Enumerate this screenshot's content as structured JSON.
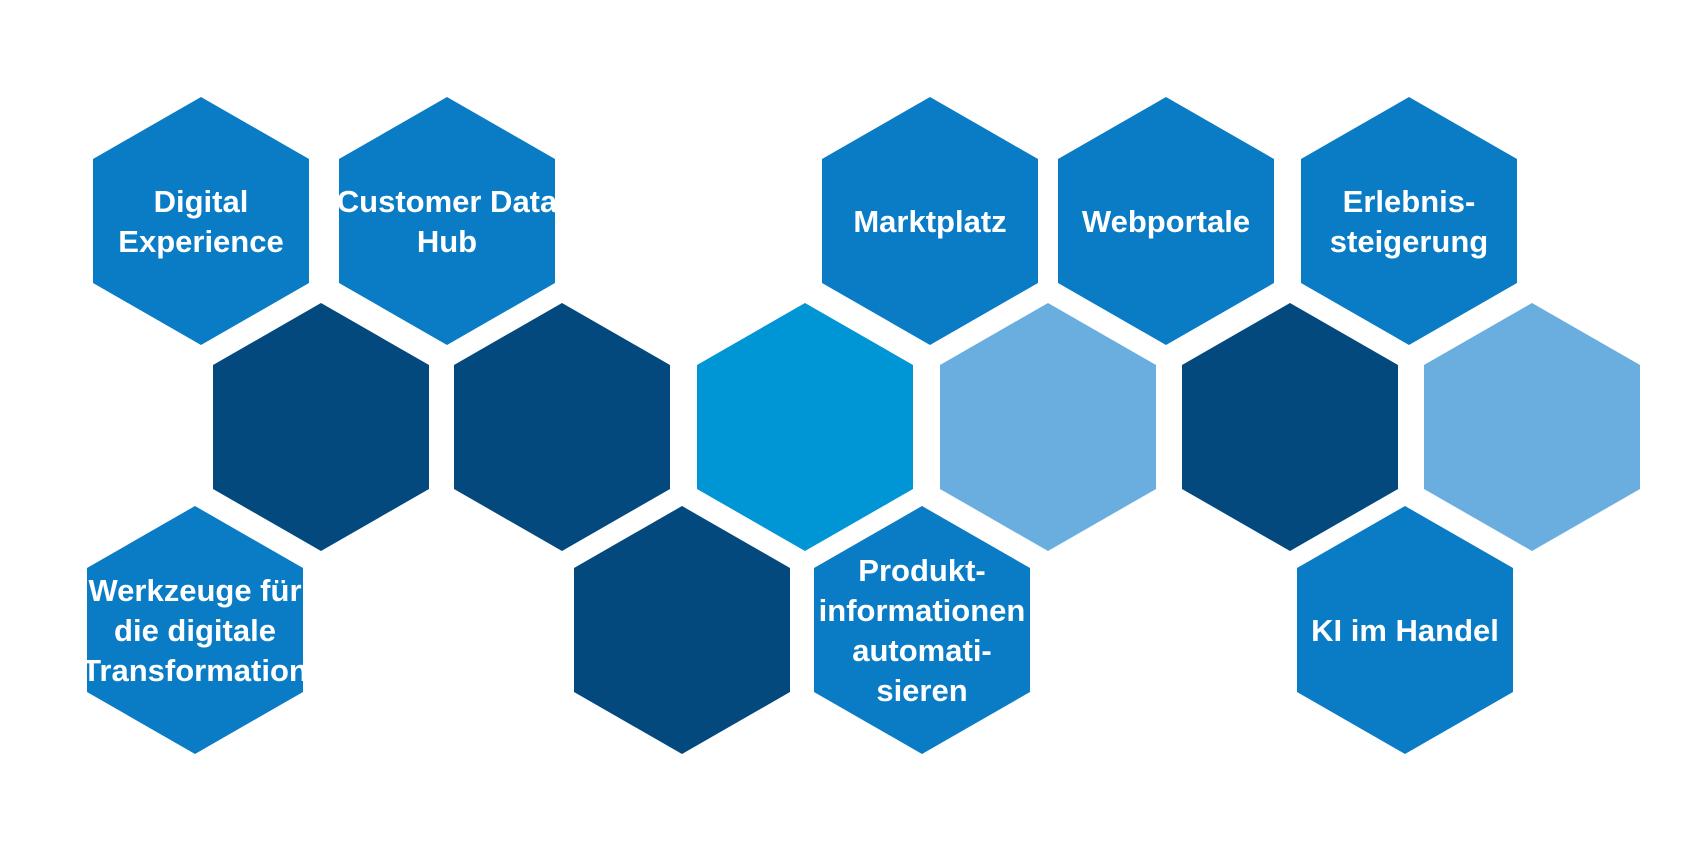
{
  "colors": {
    "background": "#ffffff",
    "label_text": "#ffffff",
    "medium_blue": "#0a7cc6",
    "dark_blue": "#03497e",
    "bright_blue": "#0096d6",
    "light_blue": "#6aaee0"
  },
  "hexagons": [
    {
      "id": "digital-experience",
      "color": "medium_blue",
      "lines": [
        "Digital",
        "Experience"
      ]
    },
    {
      "id": "customer-data-hub",
      "color": "medium_blue",
      "lines": [
        "Customer Data",
        "Hub"
      ]
    },
    {
      "id": "marktplatz",
      "color": "medium_blue",
      "lines": [
        "Marktplatz"
      ]
    },
    {
      "id": "webportale",
      "color": "medium_blue",
      "lines": [
        "Webportale"
      ]
    },
    {
      "id": "erlebnissteigerung",
      "color": "medium_blue",
      "lines": [
        "Erlebnis-",
        "steigerung"
      ]
    },
    {
      "id": "blank-1",
      "color": "dark_blue",
      "lines": []
    },
    {
      "id": "blank-2",
      "color": "dark_blue",
      "lines": []
    },
    {
      "id": "blank-3",
      "color": "bright_blue",
      "lines": []
    },
    {
      "id": "blank-4",
      "color": "light_blue",
      "lines": []
    },
    {
      "id": "blank-5",
      "color": "dark_blue",
      "lines": []
    },
    {
      "id": "blank-6",
      "color": "light_blue",
      "lines": []
    },
    {
      "id": "werkzeuge",
      "color": "medium_blue",
      "lines": [
        "Werkzeuge für",
        "die digitale",
        "Transformation"
      ]
    },
    {
      "id": "blank-7",
      "color": "dark_blue",
      "lines": []
    },
    {
      "id": "produktinformationen",
      "color": "medium_blue",
      "lines": [
        "Produkt-",
        "informationen",
        "automati-",
        "sieren"
      ]
    },
    {
      "id": "ki-im-handel",
      "color": "medium_blue",
      "lines": [
        "KI im Handel"
      ]
    }
  ]
}
